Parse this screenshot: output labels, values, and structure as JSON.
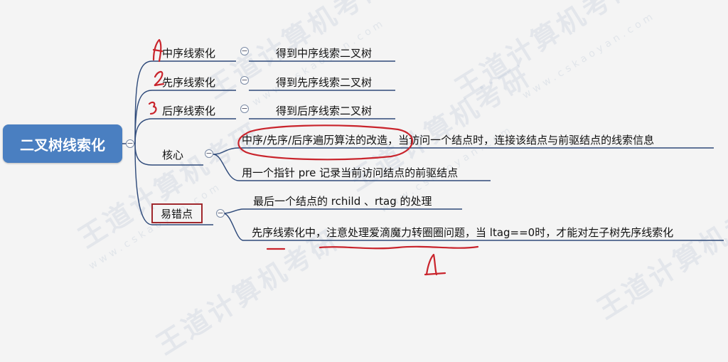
{
  "watermark": {
    "brand": "王道计算机考研",
    "site": "www.cskaoyan.com"
  },
  "root": {
    "label": "二叉树线索化"
  },
  "branches": {
    "inorder": {
      "label": "中序线索化",
      "child": "得到中序线索二叉树"
    },
    "preorder": {
      "label": "先序线索化",
      "child": "得到先序线索二叉树"
    },
    "postorder": {
      "label": "后序线索化",
      "child": "得到后序线索二叉树"
    },
    "core": {
      "label": "核心",
      "items": [
        "中序/先序/后序遍历算法的改造，当访问一个结点时，连接该结点与前驱结点的线索信息",
        "用一个指针 pre 记录当前访问结点的前驱结点"
      ]
    },
    "pitfalls": {
      "label": "易错点",
      "items": [
        "最后一个结点的 rchild 、rtag 的处理",
        "先序线索化中，注意处理爱滴魔力转圈圈问题，当 ltag==0时，才能对左子树先序线索化"
      ]
    }
  },
  "colors": {
    "root_bg": "#4a7fc1",
    "line": "#2e4a7a",
    "ink": "#c9242c",
    "box": "#a0282d"
  }
}
